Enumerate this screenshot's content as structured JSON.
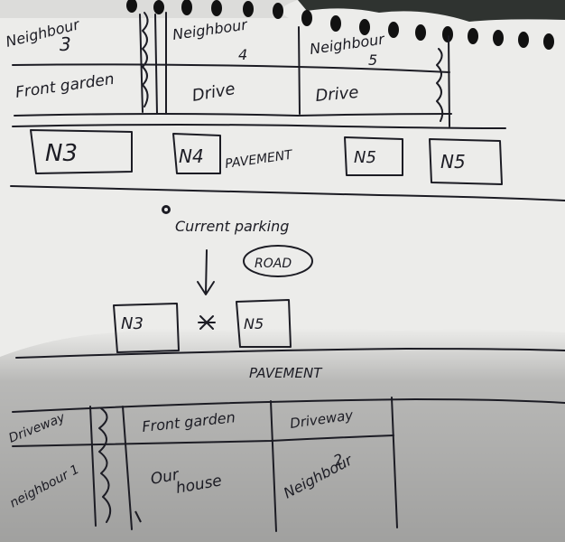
{
  "top_street": {
    "neighbour3": {
      "name": "Neighbour",
      "number": "3"
    },
    "neighbour4": {
      "name": "Neighbour",
      "number": "4"
    },
    "neighbour5": {
      "name": "Neighbour",
      "number": "5"
    },
    "front_garden": "Front garden",
    "drive_4": "Drive",
    "drive_5": "Drive",
    "cars": [
      "N3",
      "N4",
      "N5",
      "N5"
    ],
    "pavement": "PAVEMENT"
  },
  "road": {
    "current_parking": "Current parking",
    "road_label": "ROAD",
    "cars": [
      "N3",
      "N5"
    ],
    "marker": "*"
  },
  "bottom_street": {
    "pavement": "PAVEMENT",
    "driveway_1": "Driveway",
    "neighbour1": "neighbour 1",
    "front_garden": "Front garden",
    "our_house": {
      "line1": "Our",
      "line2": "house"
    },
    "driveway_2": "Driveway",
    "neighbour2": {
      "name": "Neighbour",
      "number": "2"
    }
  }
}
